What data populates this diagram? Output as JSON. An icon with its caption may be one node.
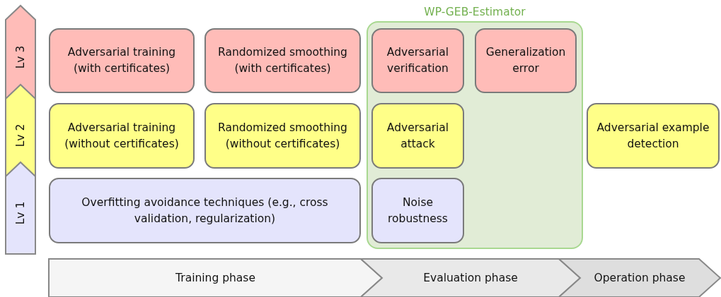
{
  "diagram": {
    "nodes": [
      {
        "text": [
          "Lv 3"
        ]
      },
      {
        "text": [
          "Lv 2"
        ]
      },
      {
        "text": [
          "Lv 1"
        ]
      },
      {
        "text": [
          "Adversarial training (with certificates)"
        ]
      },
      {
        "text": [
          "Randomized smoothing (with certificates)"
        ]
      },
      {
        "text": [
          "WP-GEB-Estimator"
        ]
      },
      {
        "text": [
          "Adversarial verification"
        ],
        "in": 5
      },
      {
        "text": [
          "Generalization error"
        ],
        "in": 5
      },
      {
        "text": [
          "Adversarial training (without certificates)"
        ]
      },
      {
        "text": [
          "Randomized smoothing (without certificates)"
        ]
      },
      {
        "text": [
          "Adversarial attack"
        ],
        "in": 5
      },
      {
        "text": [
          "Adversarial example detection"
        ]
      },
      {
        "text": [
          "Overfitting avoidance techniques (e.g., cross validation, regularization)"
        ]
      },
      {
        "text": [
          "Noise robustness"
        ],
        "in": 5
      },
      {
        "text": [
          "Training phase"
        ]
      },
      {
        "text": [
          "Evaluation phase"
        ]
      },
      {
        "text": [
          "Operation phase"
        ]
      }
    ],
    "edges": []
  }
}
